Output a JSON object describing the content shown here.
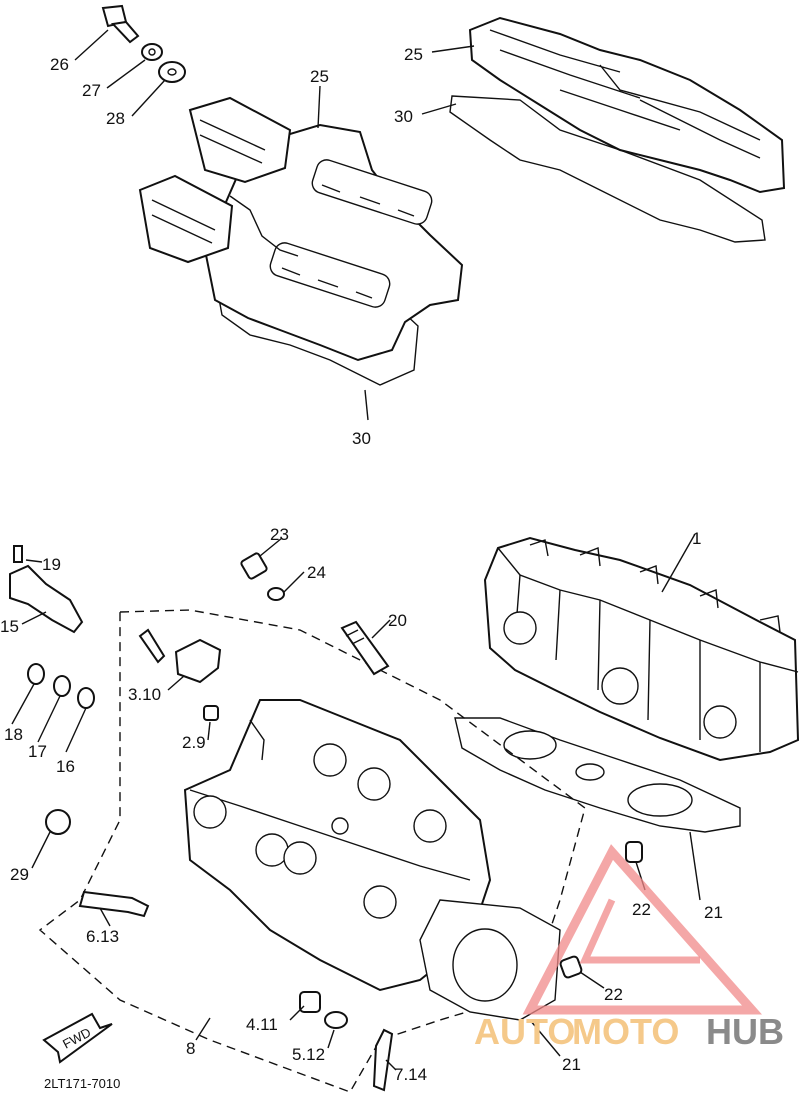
{
  "callouts": {
    "c26": "26",
    "c27": "27",
    "c28": "28",
    "c25a": "25",
    "c25b": "25",
    "c30a": "30",
    "c30b": "30",
    "c23": "23",
    "c24": "24",
    "c19": "19",
    "c15": "15",
    "c20": "20",
    "c1": "1",
    "c3_10": "3.10",
    "c2_9": "2.9",
    "c18": "18",
    "c17": "17",
    "c16": "16",
    "c29": "29",
    "c6_13": "6.13",
    "c22a": "22",
    "c22b": "22",
    "c21a": "21",
    "c21b": "21",
    "c4_11": "4.11",
    "c5_12": "5.12",
    "c8": "8",
    "c7_14": "7.14"
  },
  "fwd_label": "FWD",
  "diagram_code": "2LT171-7010",
  "watermark": {
    "part1": "AUTO",
    "part2": "MOTO",
    "part3": "HUB",
    "color1": "#f5c98a",
    "color2": "#f5c98a",
    "color3": "#8a8a8a"
  }
}
